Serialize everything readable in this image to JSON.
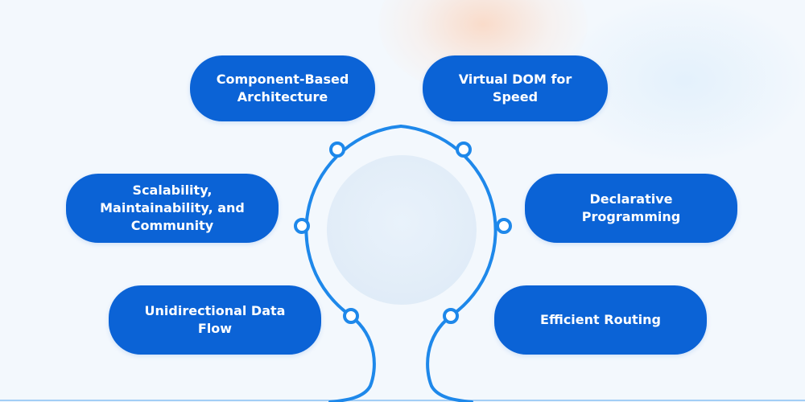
{
  "diagram": {
    "features": [
      {
        "id": "component",
        "label": "Component-Based\nArchitecture"
      },
      {
        "id": "virtual",
        "label": "Virtual DOM for\nSpeed"
      },
      {
        "id": "scalability",
        "label": "Scalability,\nMaintainability, and\nCommunity"
      },
      {
        "id": "declarative",
        "label": "Declarative\nProgramming"
      },
      {
        "id": "unidirectional",
        "label": "Unidirectional Data\nFlow"
      },
      {
        "id": "routing",
        "label": "Efficient Routing"
      }
    ],
    "colors": {
      "pill": "#0b63d6",
      "line": "#1e88ea",
      "node_fill": "#ffffff"
    }
  }
}
